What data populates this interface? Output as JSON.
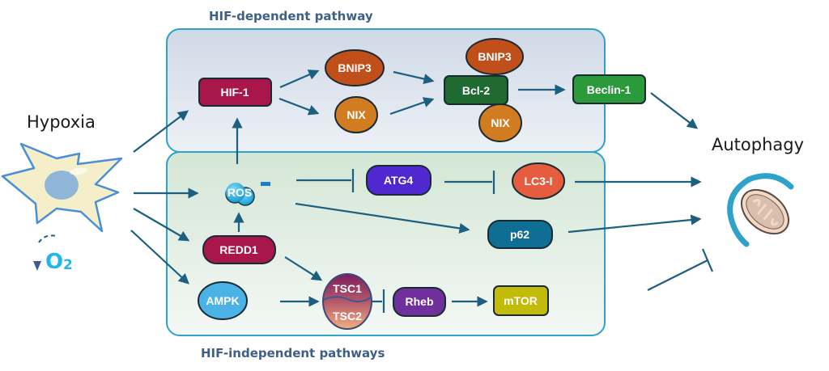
{
  "labels": {
    "hif_dependent": "HIF-dependent pathway",
    "hif_independent": "HIF-independent pathways",
    "hypoxia": "Hypoxia",
    "autophagy": "Autophagy",
    "o2": "O",
    "o2_sub": "2",
    "ros_charge": "-"
  },
  "nodes": {
    "hif1": "HIF-1",
    "bnip3": "BNIP3",
    "nix": "NIX",
    "bcl2": "Bcl-2",
    "bcl2_bnip3": "BNIP3",
    "bcl2_nix": "NIX",
    "beclin1": "Beclin-1",
    "ros": "ROS",
    "atg4": "ATG4",
    "lc3": "LC3-I",
    "p62": "p62",
    "redd1": "REDD1",
    "ampk": "AMPK",
    "tsc1": "TSC1",
    "tsc2": "TSC2",
    "rheb": "Rheb",
    "mtor": "mTOR"
  },
  "colors": {
    "hif1": "#a8164a",
    "bnip3": "#c04f19",
    "nix": "#d27c22",
    "bcl2": "#1e6a31",
    "beclin1": "#2a9a3a",
    "atg4": "#5028d0",
    "lc3": "#e55c3e",
    "p62": "#0f6e93",
    "redd1": "#a8164a",
    "ampk": "#4ab2e4",
    "rheb": "#70309c",
    "mtor": "#c2bb0a",
    "edge": "#1c5f7f",
    "panel_border": "#2ea2c8"
  },
  "edges": [
    {
      "from": "hypoxia",
      "to": "hif1",
      "type": "activate"
    },
    {
      "from": "hypoxia",
      "to": "ros",
      "type": "activate"
    },
    {
      "from": "hypoxia",
      "to": "redd1",
      "type": "activate"
    },
    {
      "from": "hypoxia",
      "to": "ampk",
      "type": "activate"
    },
    {
      "from": "hif1",
      "to": "bnip3",
      "type": "activate"
    },
    {
      "from": "hif1",
      "to": "nix",
      "type": "activate"
    },
    {
      "from": "bnip3",
      "to": "bcl2",
      "type": "activate"
    },
    {
      "from": "nix",
      "to": "bcl2",
      "type": "activate"
    },
    {
      "from": "bcl2",
      "to": "beclin1",
      "type": "activate"
    },
    {
      "from": "beclin1",
      "to": "autophagy",
      "type": "activate"
    },
    {
      "from": "ros",
      "to": "hif1",
      "type": "activate"
    },
    {
      "from": "ros",
      "to": "atg4",
      "type": "inhibit"
    },
    {
      "from": "atg4",
      "to": "lc3",
      "type": "inhibit"
    },
    {
      "from": "lc3",
      "to": "autophagy",
      "type": "activate"
    },
    {
      "from": "ros",
      "to": "p62",
      "type": "activate"
    },
    {
      "from": "p62",
      "to": "autophagy",
      "type": "activate"
    },
    {
      "from": "redd1",
      "to": "ros",
      "type": "activate"
    },
    {
      "from": "redd1",
      "to": "tsc",
      "type": "activate"
    },
    {
      "from": "ampk",
      "to": "tsc",
      "type": "activate"
    },
    {
      "from": "tsc",
      "to": "rheb",
      "type": "inhibit"
    },
    {
      "from": "rheb",
      "to": "mtor",
      "type": "activate"
    },
    {
      "from": "mtor",
      "to": "autophagy",
      "type": "inhibit"
    }
  ]
}
